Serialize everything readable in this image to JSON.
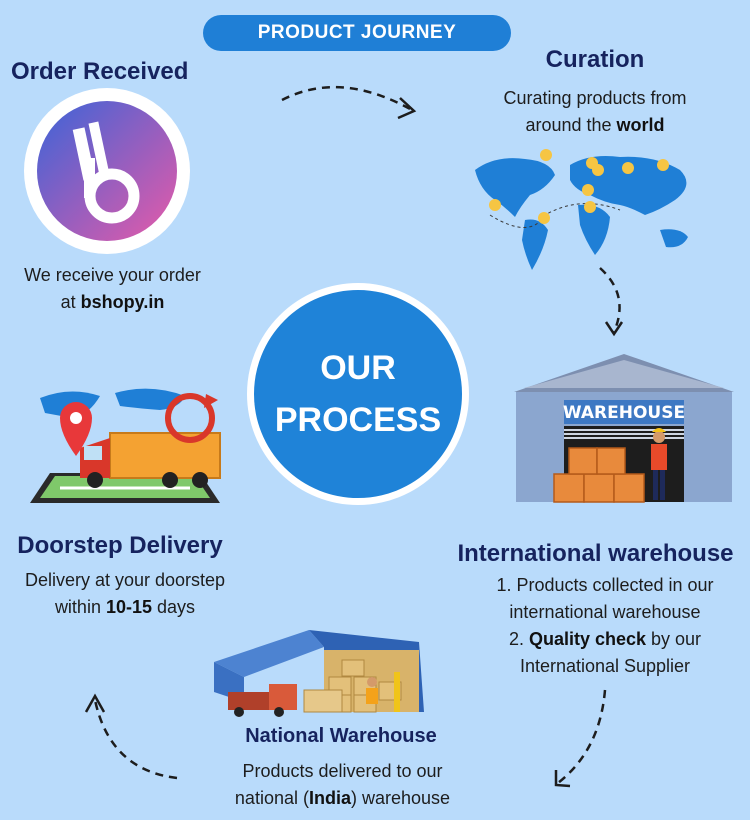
{
  "header": {
    "title": "PRODUCT JOURNEY"
  },
  "center": {
    "line1": "OUR",
    "line2": "PROCESS"
  },
  "order": {
    "title": "Order Received",
    "text_line1": "We receive your order",
    "text_pre": "at ",
    "text_bold": "bshopy.in"
  },
  "curation": {
    "title": "Curation",
    "text_line1": "Curating products from",
    "text_pre": "around the ",
    "text_bold": "world"
  },
  "intl": {
    "title": "International warehouse",
    "item1_line1": "1. Products collected in our",
    "item1_line2": "international warehouse",
    "item2_pre": "2. ",
    "item2_bold": "Quality check",
    "item2_rest": " by our",
    "item2_line2": "International Supplier",
    "sign": "WAREHOUSE"
  },
  "national": {
    "title": "National Warehouse",
    "text_line1": "Products delivered to our",
    "text_pre": "national (",
    "text_bold": "India",
    "text_post": ") warehouse"
  },
  "delivery": {
    "title": "Doorstep Delivery",
    "text_line1": "Delivery at your doorstep",
    "text_pre": "within ",
    "text_bold": "10-15",
    "text_post": " days"
  },
  "colors": {
    "background": "#b9dbfb",
    "accent": "#1f7fd6",
    "heading": "#16235e",
    "logo_gradient_start": "#3a64d8",
    "logo_gradient_end": "#e85aa8"
  },
  "icons": [
    "bshopy-logo-icon",
    "world-map-icon",
    "warehouse-icon",
    "national-warehouse-icon",
    "delivery-truck-icon",
    "dashed-arrow-icon"
  ]
}
